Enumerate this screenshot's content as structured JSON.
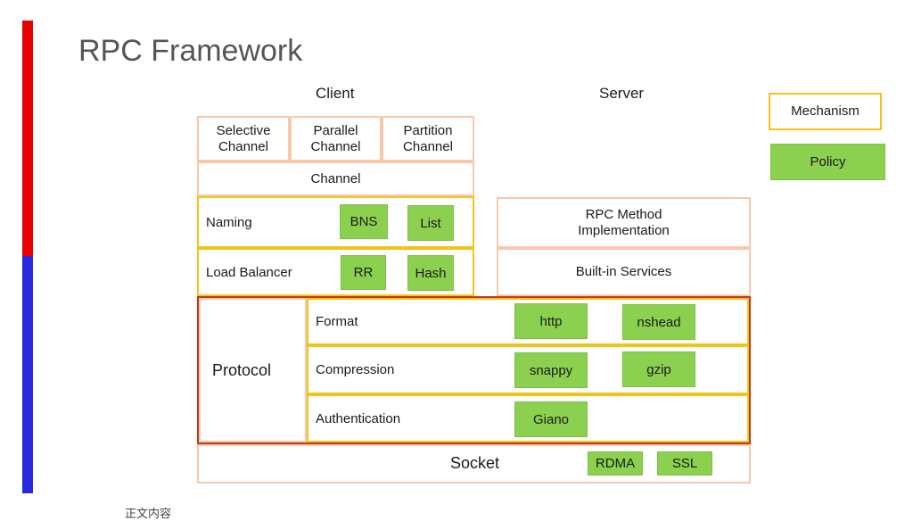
{
  "title": "RPC Framework",
  "columns": {
    "client": "Client",
    "server": "Server"
  },
  "legend": {
    "mechanism": "Mechanism",
    "policy": "Policy"
  },
  "client": {
    "channels": [
      "Selective\nChannel",
      "Parallel\nChannel",
      "Partition\nChannel"
    ],
    "channel": "Channel",
    "naming": {
      "label": "Naming",
      "policies": [
        "BNS",
        "List"
      ]
    },
    "load_balancer": {
      "label": "Load Balancer",
      "policies": [
        "RR",
        "Hash"
      ]
    }
  },
  "server": {
    "rpc_method": "RPC Method\nImplementation",
    "builtin": "Built-in Services"
  },
  "protocol": {
    "label": "Protocol",
    "format": {
      "label": "Format",
      "policies": [
        "http",
        "nshead"
      ]
    },
    "compression": {
      "label": "Compression",
      "policies": [
        "snappy",
        "gzip"
      ]
    },
    "authentication": {
      "label": "Authentication",
      "policies": [
        "Giano"
      ]
    }
  },
  "socket": {
    "label": "Socket",
    "policies": [
      "RDMA",
      "SSL"
    ]
  },
  "footer_text": "正文内容",
  "colors": {
    "accent_red": "#e60000",
    "accent_blue": "#2929e0",
    "policy_green": "#8cd050",
    "mechanism_yellow": "#f2c418",
    "protocol_red": "#c0391b",
    "box_orange": "#f6c9ad"
  }
}
